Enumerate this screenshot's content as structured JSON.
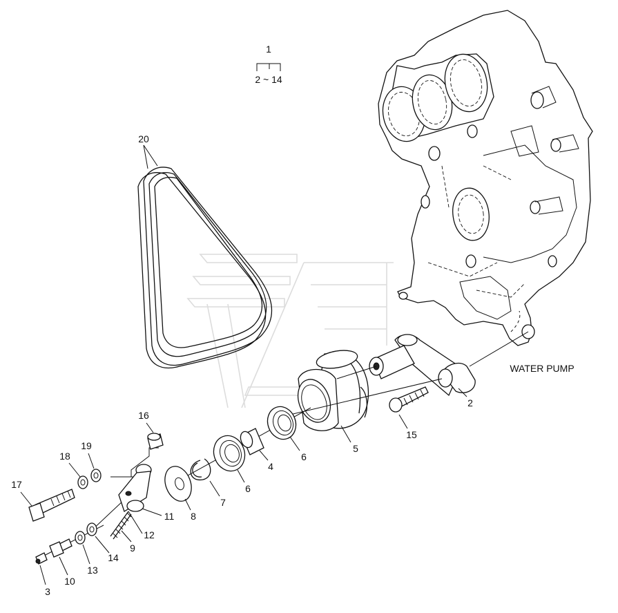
{
  "diagram": {
    "assembly": {
      "top": "1",
      "range": "2 ~ 14"
    },
    "annotation": "WATER PUMP",
    "parts": [
      {
        "key": "p2",
        "number": "2"
      },
      {
        "key": "p3",
        "number": "3"
      },
      {
        "key": "p4",
        "number": "4"
      },
      {
        "key": "p5",
        "number": "5"
      },
      {
        "key": "p6a",
        "number": "6"
      },
      {
        "key": "p6b",
        "number": "6"
      },
      {
        "key": "p7",
        "number": "7"
      },
      {
        "key": "p8",
        "number": "8"
      },
      {
        "key": "p9",
        "number": "9"
      },
      {
        "key": "p10",
        "number": "10"
      },
      {
        "key": "p11",
        "number": "11"
      },
      {
        "key": "p12",
        "number": "12"
      },
      {
        "key": "p13",
        "number": "13"
      },
      {
        "key": "p14",
        "number": "14"
      },
      {
        "key": "p15",
        "number": "15"
      },
      {
        "key": "p16",
        "number": "16"
      },
      {
        "key": "p17",
        "number": "17"
      },
      {
        "key": "p18",
        "number": "18"
      },
      {
        "key": "p19",
        "number": "19"
      },
      {
        "key": "p20",
        "number": "20"
      }
    ]
  }
}
